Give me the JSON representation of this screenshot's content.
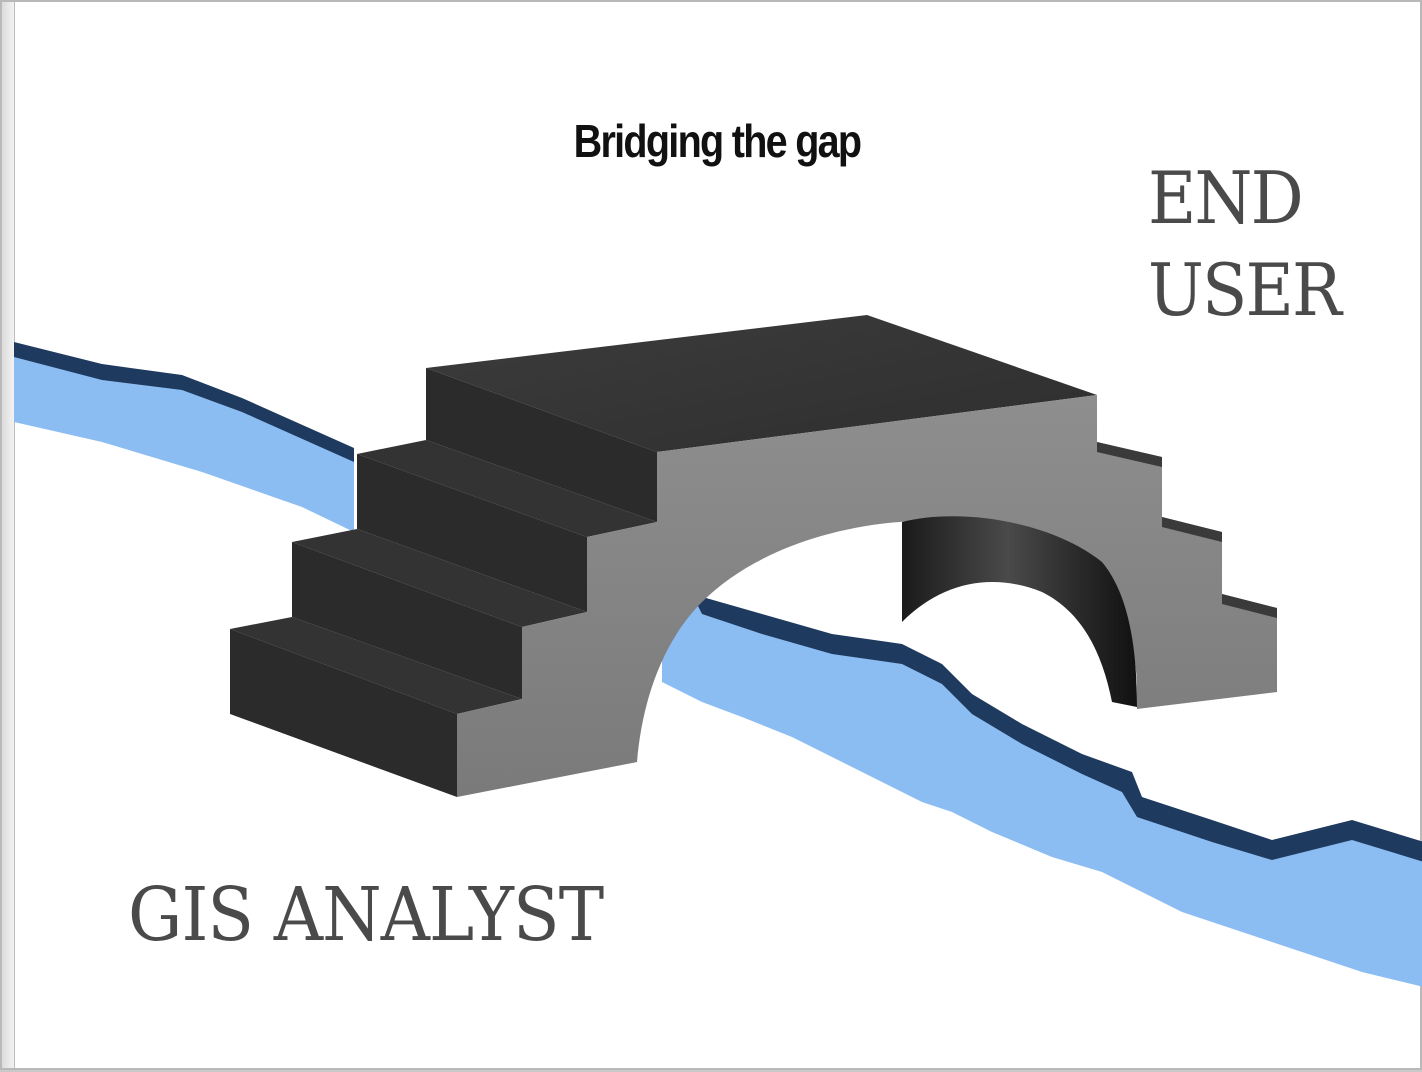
{
  "title": "Bridging the gap",
  "labels": {
    "end_user_line1": "END",
    "end_user_line2": "USER",
    "gis_analyst": "GIS ANALYST"
  },
  "colors": {
    "river_light": "#8bbdf3",
    "river_dark": "#1f3a5f",
    "bridge_front": "#8a8a8a",
    "bridge_top": "#3a3a3a",
    "bridge_dark": "#262626",
    "text": "#4a4a4a"
  },
  "icons": [
    "river-graphic",
    "stone-bridge-graphic"
  ]
}
